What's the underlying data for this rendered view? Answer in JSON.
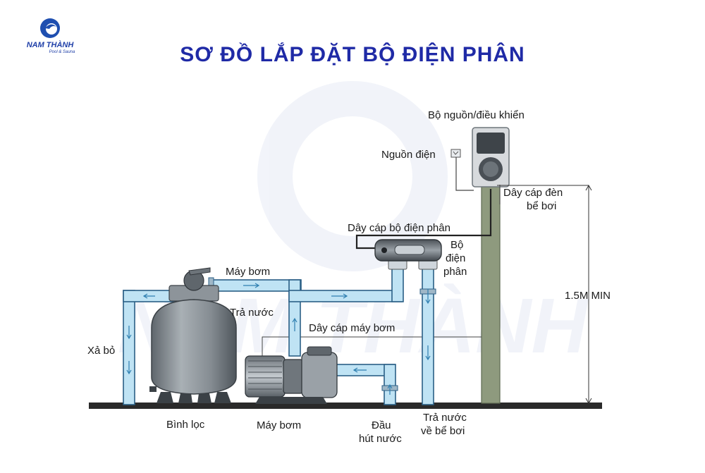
{
  "logo": {
    "name": "NAM THÀNH",
    "tagline": "Pool & Sauna"
  },
  "title": "SƠ ĐỒ LẮP ĐẶT BỘ ĐIỆN PHÂN",
  "labels": {
    "power_unit": "Bộ nguồn/điều khiển",
    "power_source": "Nguồn điện",
    "lamp_cable_1": "Dây cáp đèn",
    "lamp_cable_2": "bể bơi",
    "chlorinator_cable": "Dây cáp bộ điện phân",
    "chlorinator_1": "Bộ",
    "chlorinator_2": "điện",
    "chlorinator_3": "phân",
    "pump_top": "Máy bơm",
    "return_top": "Trả nước",
    "pump_cable": "Dây cáp máy bơm",
    "drain": "Xả bỏ",
    "height": "1.5M MIN",
    "filter": "Bình lọc",
    "pump_bottom": "Máy bơm",
    "suction_1": "Đầu",
    "suction_2": "hút nước",
    "return_pool_1": "Trả nước",
    "return_pool_2": "về bể bơi"
  },
  "colors": {
    "title": "#1f2aa6",
    "pipe_fill": "#bfe3f4",
    "pipe_stroke": "#2b5f86",
    "post": "#8e9a7e",
    "ground": "#2a2a2a",
    "tank": "#7f868c"
  }
}
